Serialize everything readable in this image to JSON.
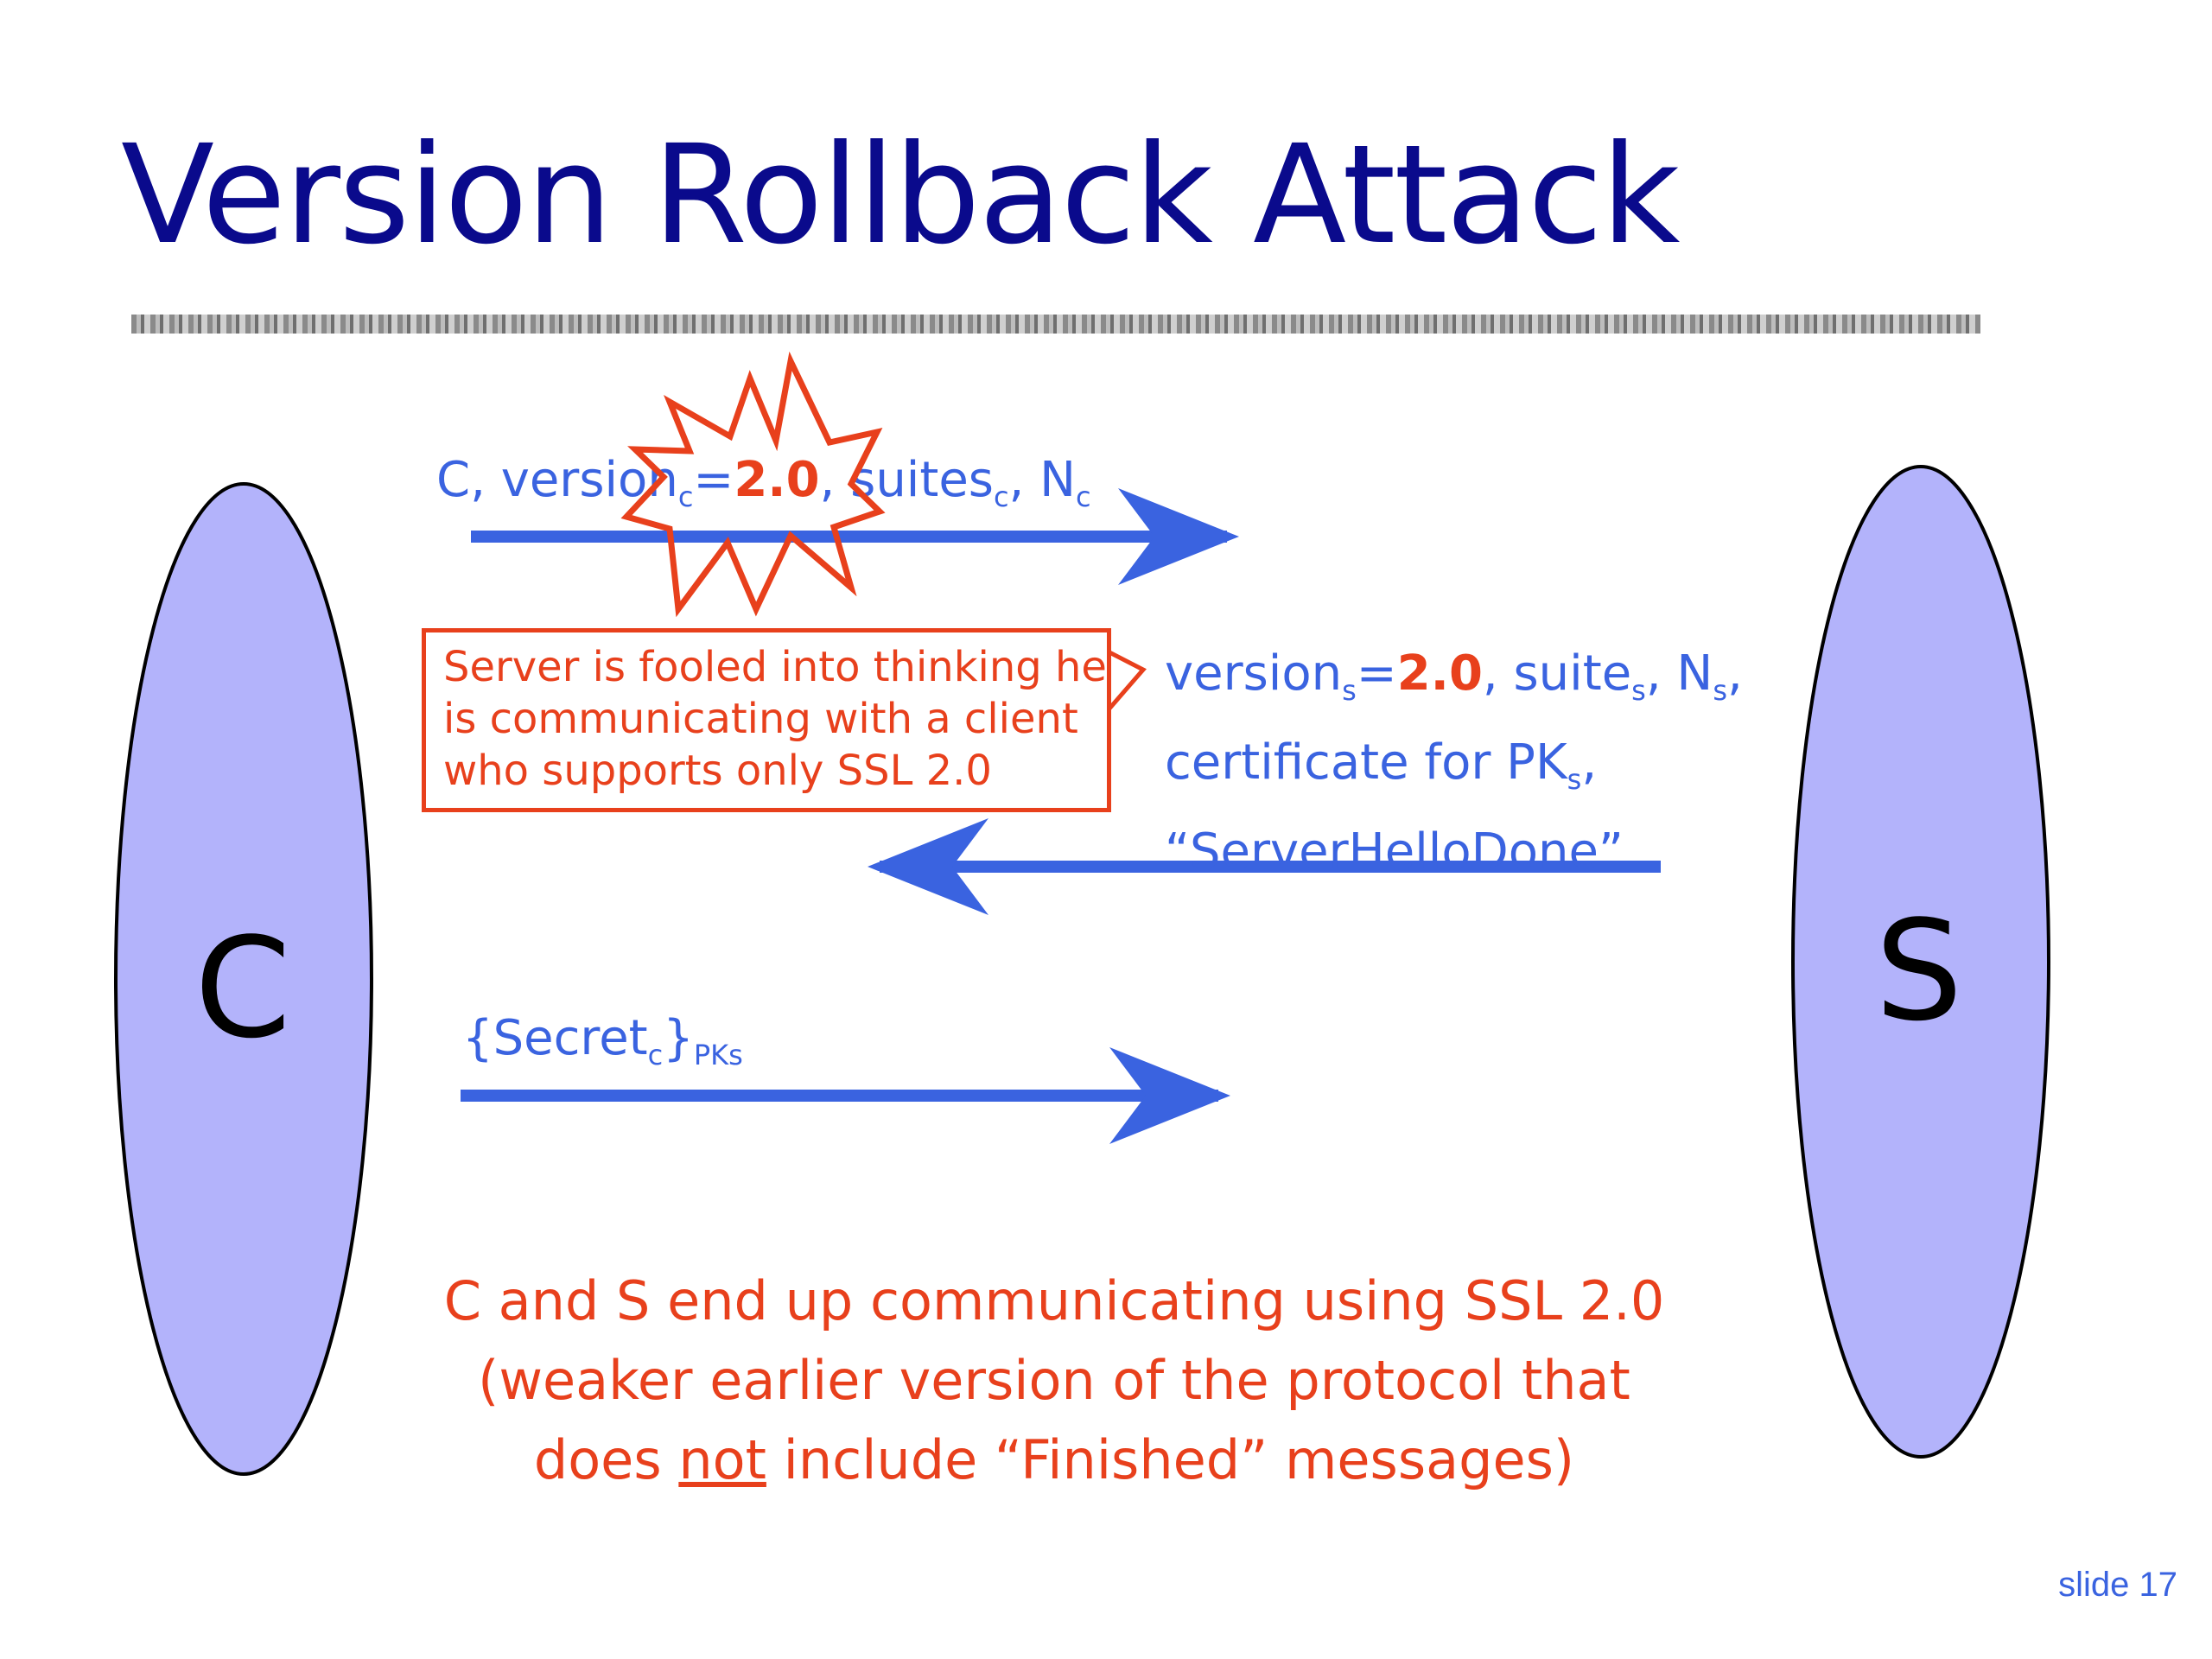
{
  "title": "Version Rollback Attack",
  "client": {
    "label": "C"
  },
  "server": {
    "label": "S"
  },
  "message1": {
    "prefix": "C, version",
    "prefix_sub": "c",
    "eq": "=",
    "value": "2.0",
    "sep": ", ",
    "suites": "suites",
    "suites_sub": "c",
    "nonce": ", N",
    "nonce_sub": "c"
  },
  "message2": {
    "line1_prefix": "version",
    "line1_prefix_sub": "s",
    "line1_eq": "=",
    "line1_value": "2.0",
    "line1_suite": ", suite",
    "line1_suite_sub": "s",
    "line1_nonce": ", N",
    "line1_nonce_sub": "s",
    "line1_end": ",",
    "line2_text": "certificate for PK",
    "line2_sub": "s",
    "line2_end": ",",
    "line3_text": "“ServerHelloDone”"
  },
  "message3": {
    "open": "{Secret",
    "secret_sub": "c",
    "close": "}",
    "key_sub": "PKs"
  },
  "callout": {
    "lines": [
      "Server is fooled into thinking he",
      "is communicating with a client",
      "who supports only SSL 2.0"
    ]
  },
  "conclusion": {
    "line1": "C and S end up communicating using SSL 2.0",
    "line2": "(weaker earlier version of the protocol that",
    "line3_pre": "does ",
    "line3_underlined": "not",
    "line3_post": " include “Finished” messages)"
  },
  "slide_number": "slide 17",
  "colors": {
    "title": "#0a0a8c",
    "arrow": "#3a63e0",
    "alert": "#e8401c",
    "party_fill": "#b3b3fb"
  }
}
